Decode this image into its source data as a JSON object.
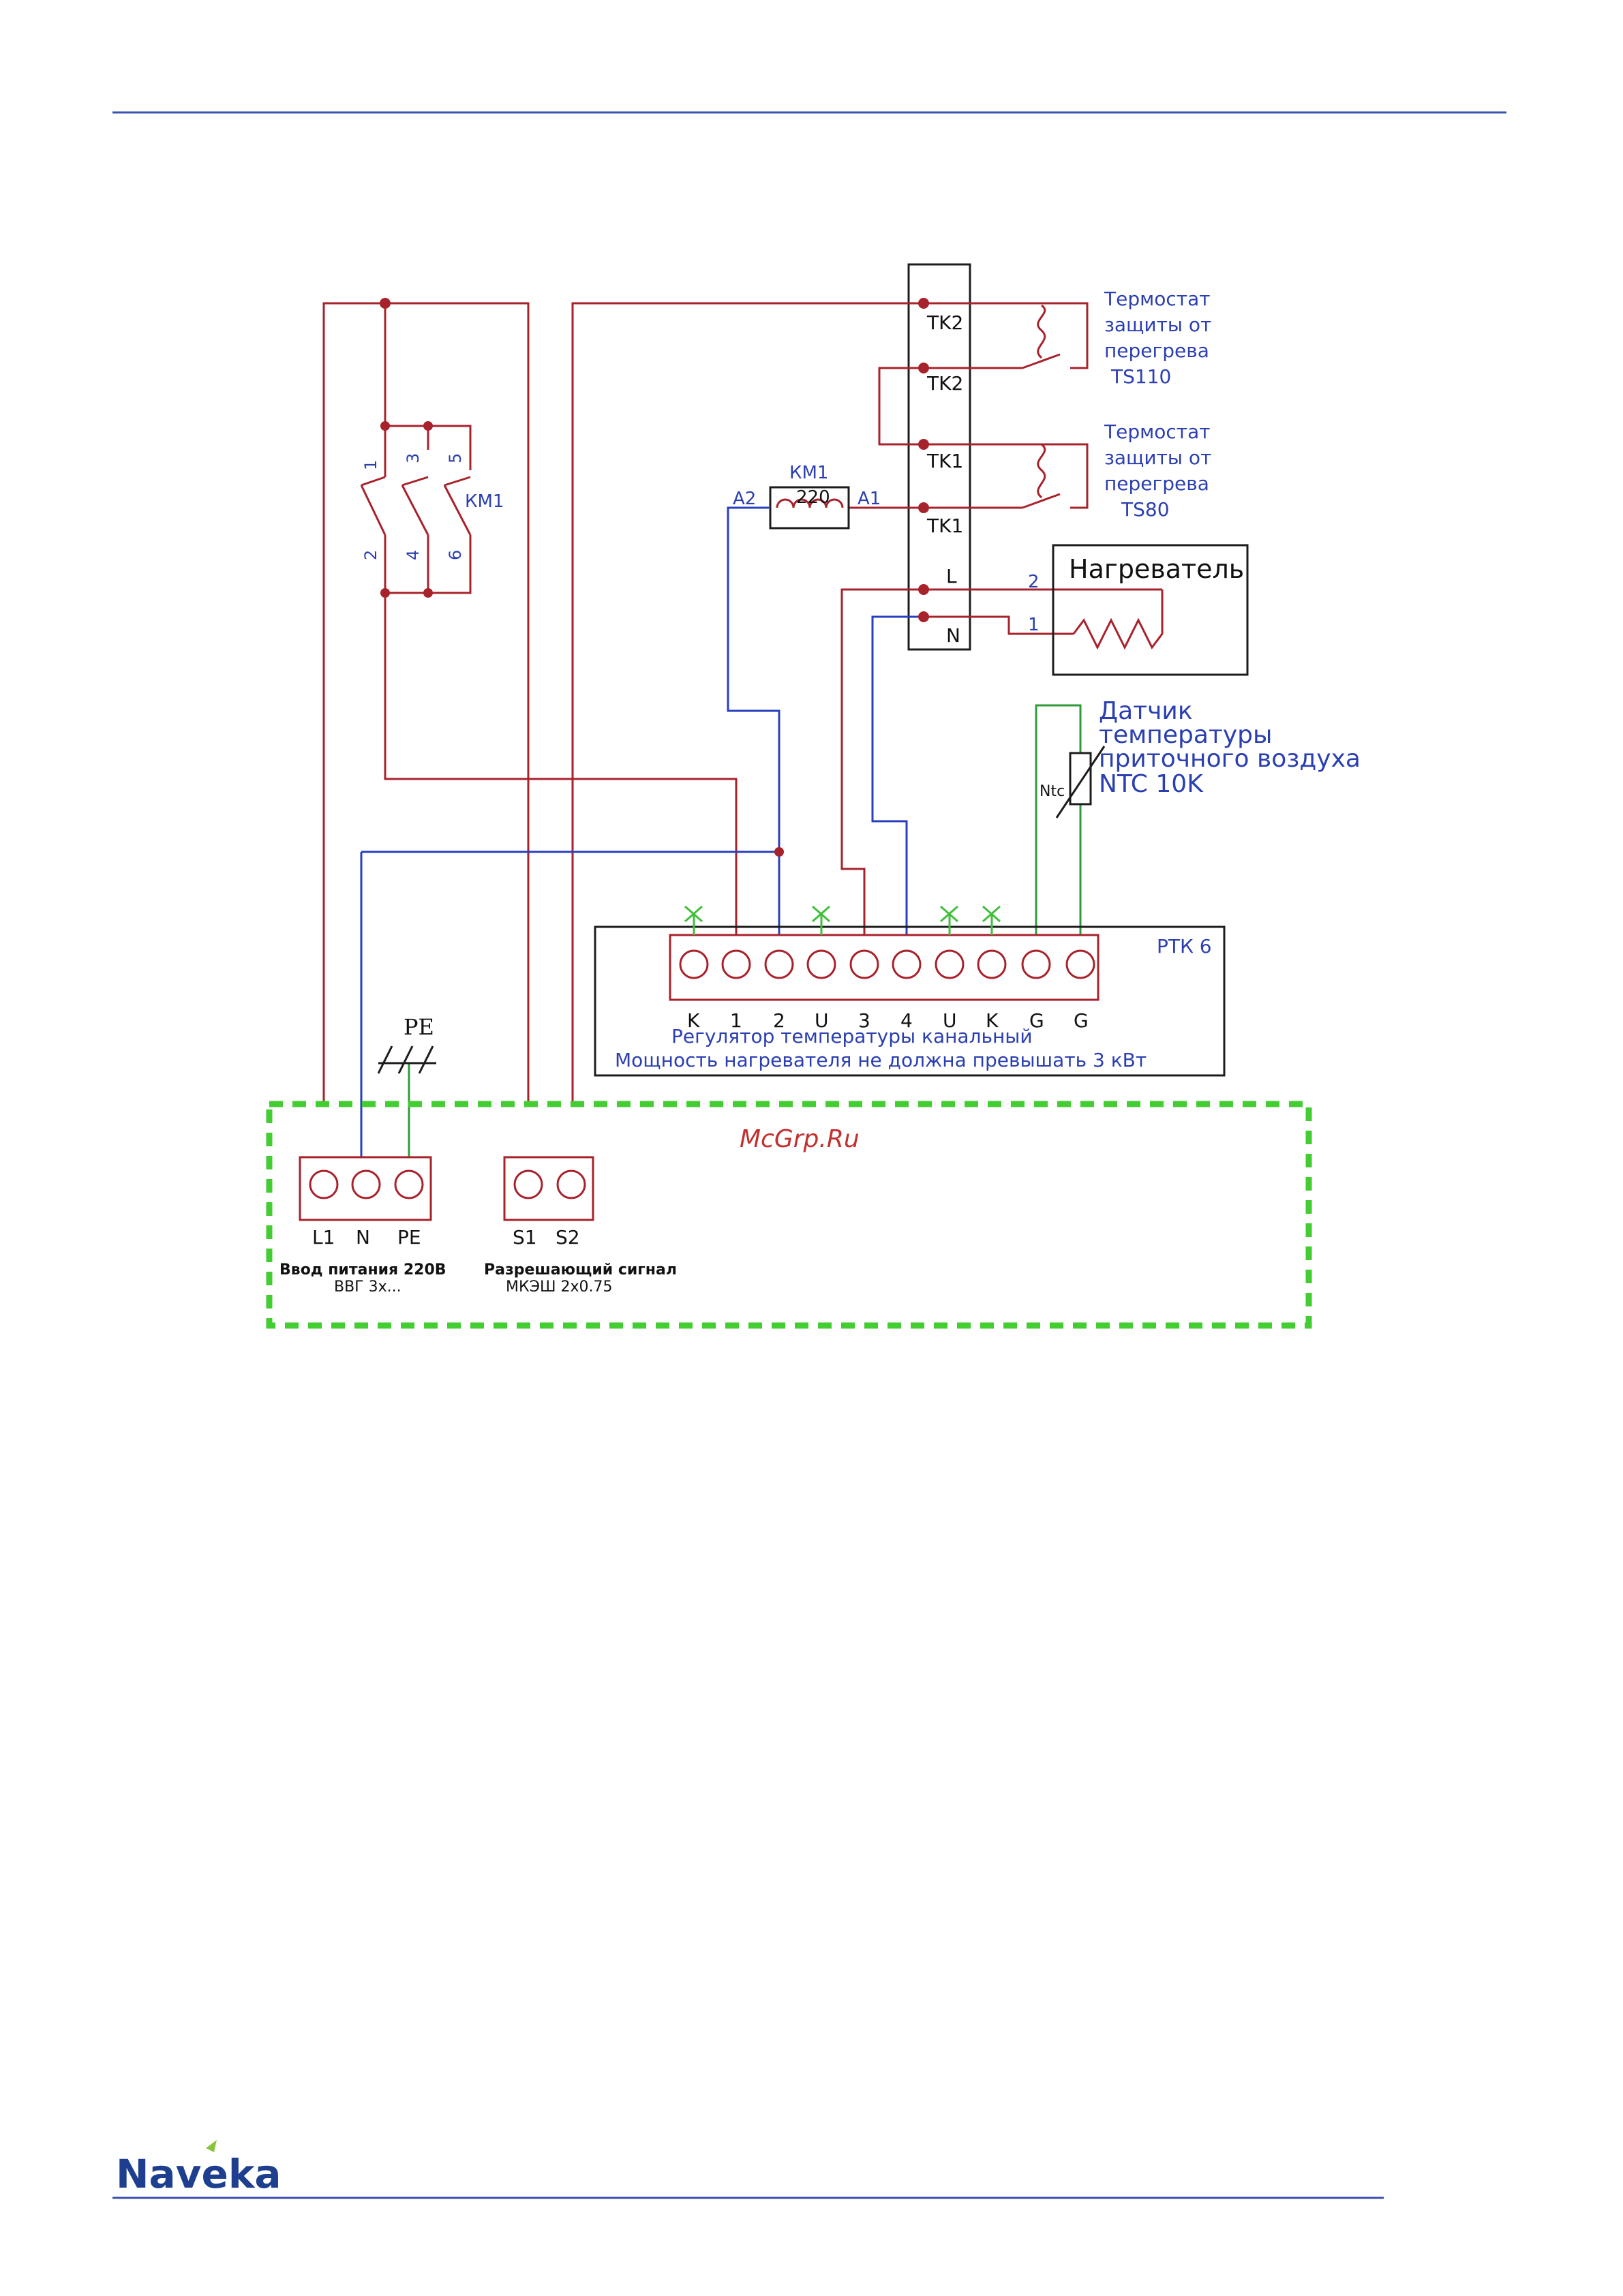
{
  "colors": {
    "wire_red": "#a8222c",
    "wire_blue": "#2a3fc0",
    "wire_green": "#2f9a3a",
    "frame_green": "#44cc33",
    "header_line": "#3a52b0",
    "brand_blue": "#1e3f8f",
    "brand_green": "#8ac43f"
  },
  "panel": {
    "tk_labels": [
      "TK2",
      "TK2",
      "TK1",
      "TK1",
      "L",
      "N"
    ]
  },
  "thermostat_ts110": {
    "line1": "Термостат",
    "line2": "защиты от",
    "line3": "перегрева",
    "line4": "TS110"
  },
  "thermostat_ts80": {
    "line1": "Термостат",
    "line2": "защиты от",
    "line3": "перегрева",
    "line4": "TS80"
  },
  "coil": {
    "name": "КМ1",
    "voltage": "220",
    "a2": "A2",
    "a1": "A1"
  },
  "contactor": {
    "name": "КМ1",
    "pins_top": [
      "1",
      "3",
      "5"
    ],
    "pins_bottom": [
      "2",
      "4",
      "6"
    ]
  },
  "heater": {
    "title": "Нагреватель",
    "pin2": "2",
    "pin1": "1"
  },
  "sensor": {
    "line1": "Датчик",
    "line2": "температуры",
    "line3": "приточного воздуха",
    "line4": "NTC 10K",
    "symbol": "Ntc"
  },
  "regulator": {
    "name": "РТК 6",
    "terminals": [
      "K",
      "1",
      "2",
      "U",
      "3",
      "4",
      "U",
      "K",
      "G",
      "G"
    ],
    "caption1": "Регулятор температуры канальный",
    "caption2": "Мощность нагревателя не должна превышать 3 кВт"
  },
  "pe_symbol": "PE",
  "watermark": "McGrp.Ru",
  "power_input": {
    "terminals": [
      "L1",
      "N",
      "PE"
    ],
    "title": "Ввод питания 220В",
    "cable": "ВВГ 3х..."
  },
  "enable_signal": {
    "terminals": [
      "S1",
      "S2"
    ],
    "title": "Разрешающий сигнал",
    "cable": "МКЭШ 2х0.75"
  },
  "footer": {
    "brand_prefix": "Nav",
    "brand_e": "e",
    "brand_suffix": "ka"
  }
}
